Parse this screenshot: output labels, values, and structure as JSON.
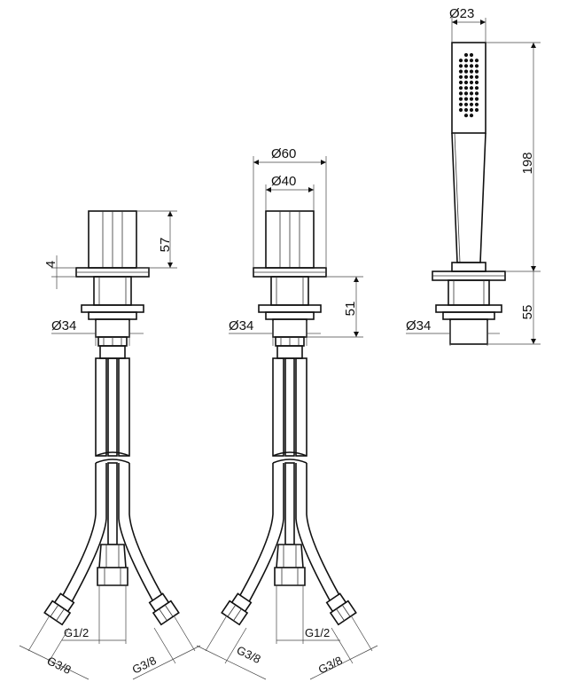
{
  "dimensions": {
    "valve_left_height": "57",
    "valve_left_flange": "4",
    "valve_left_dia": "Ø34",
    "valve_left_inlet": "G1/2",
    "valve_left_hose_left": "G3/8",
    "valve_left_hose_right": "G3/8",
    "spout_outer_dia": "Ø60",
    "spout_inner_dia": "Ø40",
    "spout_body_height": "51",
    "spout_dia": "Ø34",
    "spout_inlet": "G1/2",
    "spout_hose_left": "G3/8",
    "spout_hose_right": "G3/8",
    "shower_head_dia": "Ø23",
    "shower_length": "198",
    "shower_base_height": "55",
    "shower_dia": "Ø34"
  },
  "colors": {
    "line": "#111111",
    "background": "#ffffff"
  }
}
